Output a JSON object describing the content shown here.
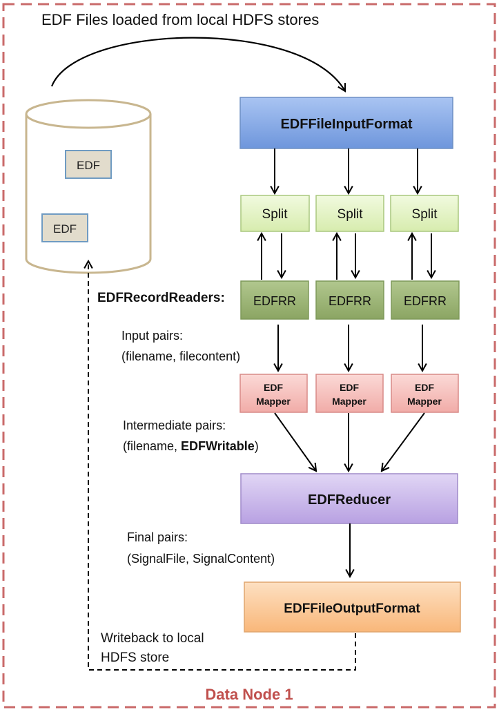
{
  "diagram": {
    "top_caption": "EDF Files loaded from local HDFS stores",
    "store": {
      "files": [
        "EDF",
        "EDF"
      ]
    },
    "input_format": "EDFFileInputFormat",
    "splits": [
      "Split",
      "Split",
      "Split"
    ],
    "record_readers_label": "EDFRecordReaders:",
    "record_readers": [
      "EDFRR",
      "EDFRR",
      "EDFRR"
    ],
    "input_pairs": {
      "line1": "Input pairs:",
      "line2": "(filename, filecontent)"
    },
    "mappers": [
      {
        "line1": "EDF",
        "line2": "Mapper"
      },
      {
        "line1": "EDF",
        "line2": "Mapper"
      },
      {
        "line1": "EDF",
        "line2": "Mapper"
      }
    ],
    "intermediate_pairs": {
      "line1": "Intermediate pairs:",
      "line2_prefix": "(filename, ",
      "line2_bold": "EDFWritable",
      "line2_suffix": ")"
    },
    "reducer": "EDFReducer",
    "final_pairs": {
      "line1": "Final pairs:",
      "line2": "(SignalFile, SignalContent)"
    },
    "output_format": "EDFFileOutputFormat",
    "writeback": {
      "line1": "Writeback to local",
      "line2": "HDFS store"
    },
    "node_label": "Data Node 1"
  },
  "colors": {
    "frame": "#c96a6a",
    "node_label": "#c0504d",
    "input_format_fill": "#7fa6e6",
    "input_format_stroke": "#6d8fc4",
    "split_fill": "#e4f5c5",
    "split_stroke": "#a9c77e",
    "reader_fill": "#97b071",
    "reader_stroke": "#7e995a",
    "mapper_fill": "#f6c3c0",
    "mapper_stroke": "#d88a87",
    "reducer_fill": "#c9b6ea",
    "reducer_stroke": "#9f8ac9",
    "output_fill": "#fbc898",
    "output_stroke": "#e0a66f",
    "file_fill": "#e2dccc",
    "file_stroke": "#6f9bc2",
    "cylinder_stroke": "#c8b68f"
  }
}
